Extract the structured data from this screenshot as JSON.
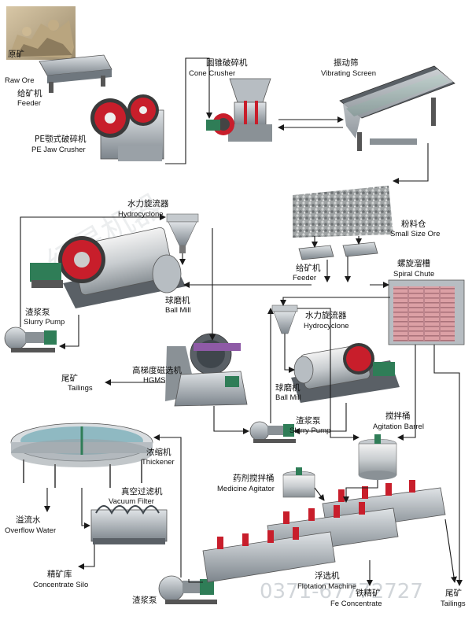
{
  "accent": "#c81e2b",
  "equipment_green": "#2f7d57",
  "machine_gray": "#8c949c",
  "labels": {
    "raw_ore": {
      "zh": "原矿",
      "en": "Raw Ore"
    },
    "feeder": {
      "zh": "给矿机",
      "en": "Feeder"
    },
    "jaw_crusher": {
      "zh": "PE颚式破碎机",
      "en": "PE Jaw Crusher"
    },
    "cone_crusher": {
      "zh": "圆锥破碎机",
      "en": "Cone Crusher"
    },
    "vibrating_screen": {
      "zh": "振动筛",
      "en": "Vibrating Screen"
    },
    "small_size_ore": {
      "zh": "粉料仓",
      "en": "Small Size Ore"
    },
    "feeders_2": {
      "zh": "给矿机",
      "en": "Feeder"
    },
    "hydrocyclone_1": {
      "zh": "水力旋流器",
      "en": "Hydrocyclone"
    },
    "ball_mill_1": {
      "zh": "球磨机",
      "en": "Ball Mill"
    },
    "slurry_pump_1": {
      "zh": "渣浆泵",
      "en": "Slurry Pump"
    },
    "tailings_1": {
      "zh": "尾矿",
      "en": "Tailings"
    },
    "hgms": {
      "zh": "高梯度磁选机",
      "en": "HGMS"
    },
    "spiral_chute": {
      "zh": "螺旋溜槽",
      "en": "Spiral Chute"
    },
    "hydrocyclone_2": {
      "zh": "水力旋流器",
      "en": "Hydrocyclone"
    },
    "ball_mill_2": {
      "zh": "球磨机",
      "en": "Ball Mill"
    },
    "slurry_pump_2": {
      "zh": "渣浆泵",
      "en": "Slurry Pump"
    },
    "agitation_barrel": {
      "zh": "搅拌桶",
      "en": "Agitation Barrel"
    },
    "thickener": {
      "zh": "浓缩机",
      "en": "Thickener"
    },
    "vacuum_filter": {
      "zh": "真空过滤机",
      "en": "Vacuum Filter"
    },
    "overflow_water": {
      "zh": "溢流水",
      "en": "Overflow Water"
    },
    "concentrate_silo": {
      "zh": "精矿库",
      "en": "Concentrate Silo"
    },
    "slurry_pump_3": {
      "zh": "渣浆泵",
      "en": ""
    },
    "medicine_agitator": {
      "zh": "药剂搅拌桶",
      "en": "Medicine Agitator"
    },
    "flotation_machine": {
      "zh": "浮选机",
      "en": "Flotation Machine"
    },
    "fe_concentrate": {
      "zh": "铁精矿",
      "en": "Fe Concentrate"
    },
    "tailings_2": {
      "zh": "尾矿",
      "en": "Tailings"
    }
  },
  "watermark": {
    "phone": "0371-67772727"
  }
}
